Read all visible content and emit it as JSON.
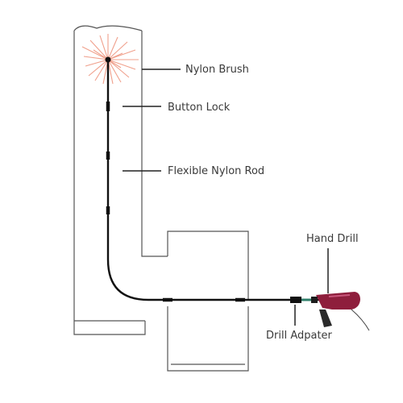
{
  "labels": {
    "nylon_brush": "Nylon Brush",
    "button_lock": "Button Lock",
    "flexible_nylon_rod": "Flexible Nylon Rod",
    "hand_drill": "Hand Drill",
    "drill_adapter": "Drill Adpater"
  },
  "colors": {
    "outline": "#555555",
    "rod": "#111111",
    "bristles": "#f0a08c",
    "drill_body": "#8e1e3c",
    "drill_handle": "#2a2a2a",
    "label_text": "#3a3a3a",
    "leader": "#222222"
  },
  "icons": {
    "hand_drill": "hand-drill-icon",
    "nylon_brush": "nylon-brush-icon"
  }
}
